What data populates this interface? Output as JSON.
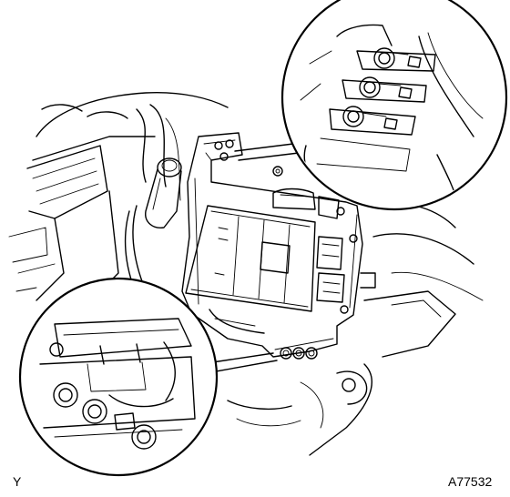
{
  "figure": {
    "corner_label_left": "Y",
    "figure_code": "A77532"
  },
  "icons": {
    "engine_bay": "engine-compartment-illustration",
    "ecu": "engine-control-module",
    "detail_top": "magnified-bracket-nuts-top",
    "detail_bottom": "magnified-bracket-nuts-bottom"
  }
}
